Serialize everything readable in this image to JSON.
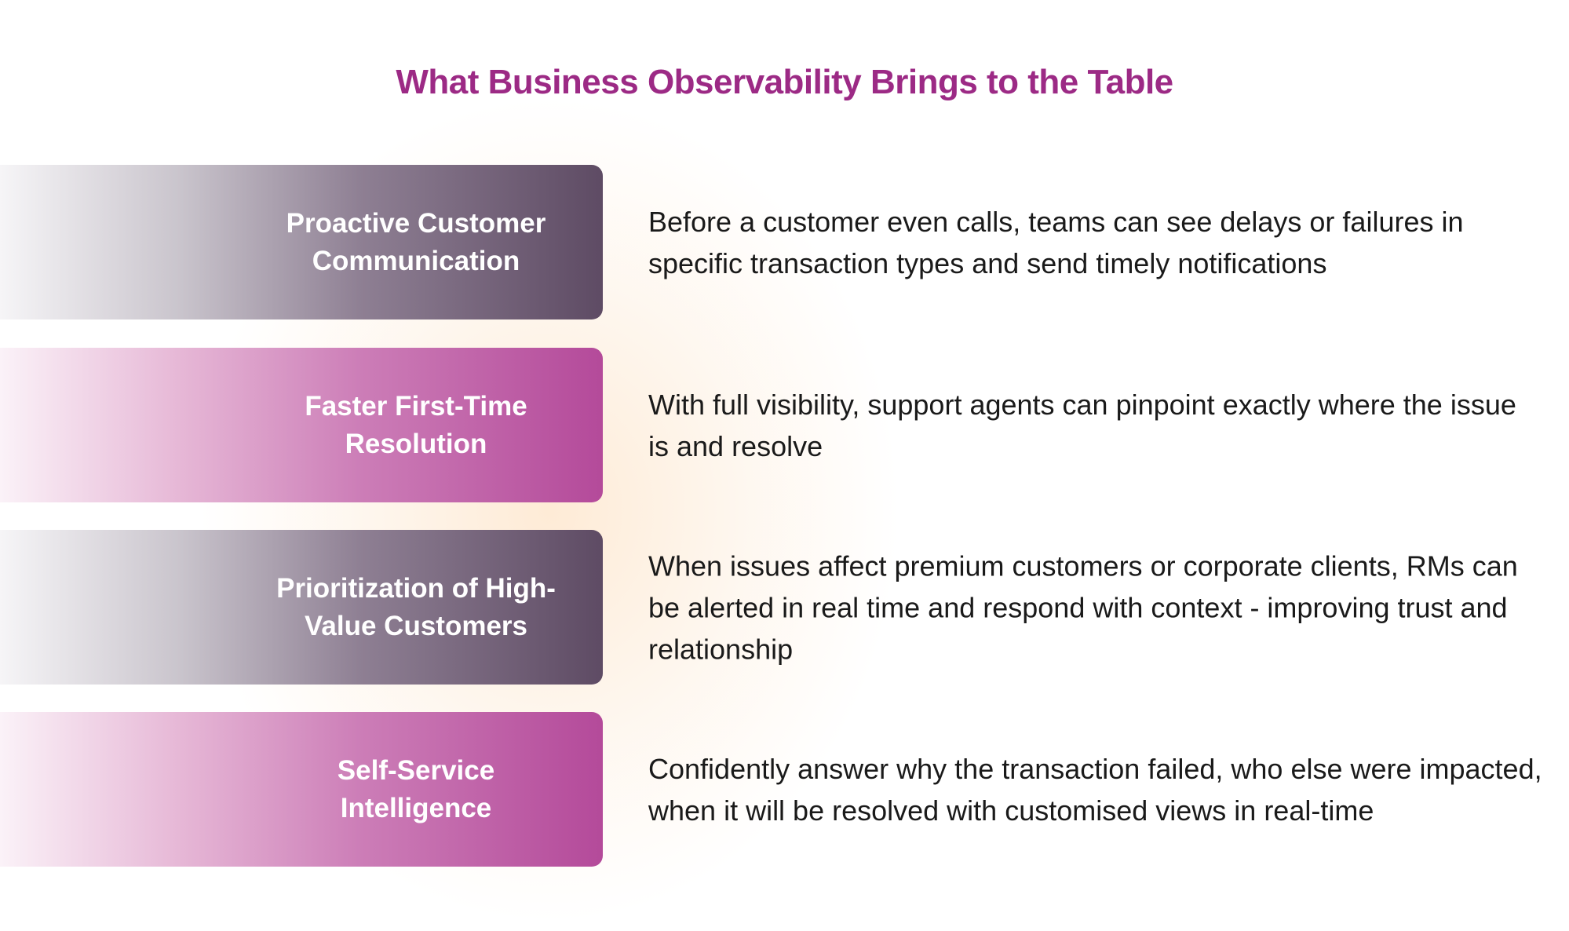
{
  "title": "What Business Observability Brings to the Table",
  "colors": {
    "title": "#9c2a85",
    "dark_box": "#5e4b64",
    "pink_box": "#b44a9a"
  },
  "items": [
    {
      "label": "Proactive Customer Communication",
      "description": "Before a customer even calls, teams can see delays or failures in specific transaction types and send timely notifications"
    },
    {
      "label": "Faster First-Time Resolution",
      "description": "With full visibility, support agents can pinpoint exactly where the issue is and resolve"
    },
    {
      "label": "Prioritization of High-Value Customers",
      "description": "When issues affect premium customers or corporate clients, RMs can be alerted in real time and respond with context - improving trust and relationship"
    },
    {
      "label": "Self-Service Intelligence",
      "description": "Confidently answer why the transaction failed, who else were impacted, when it will be resolved with customised views in real-time"
    }
  ]
}
